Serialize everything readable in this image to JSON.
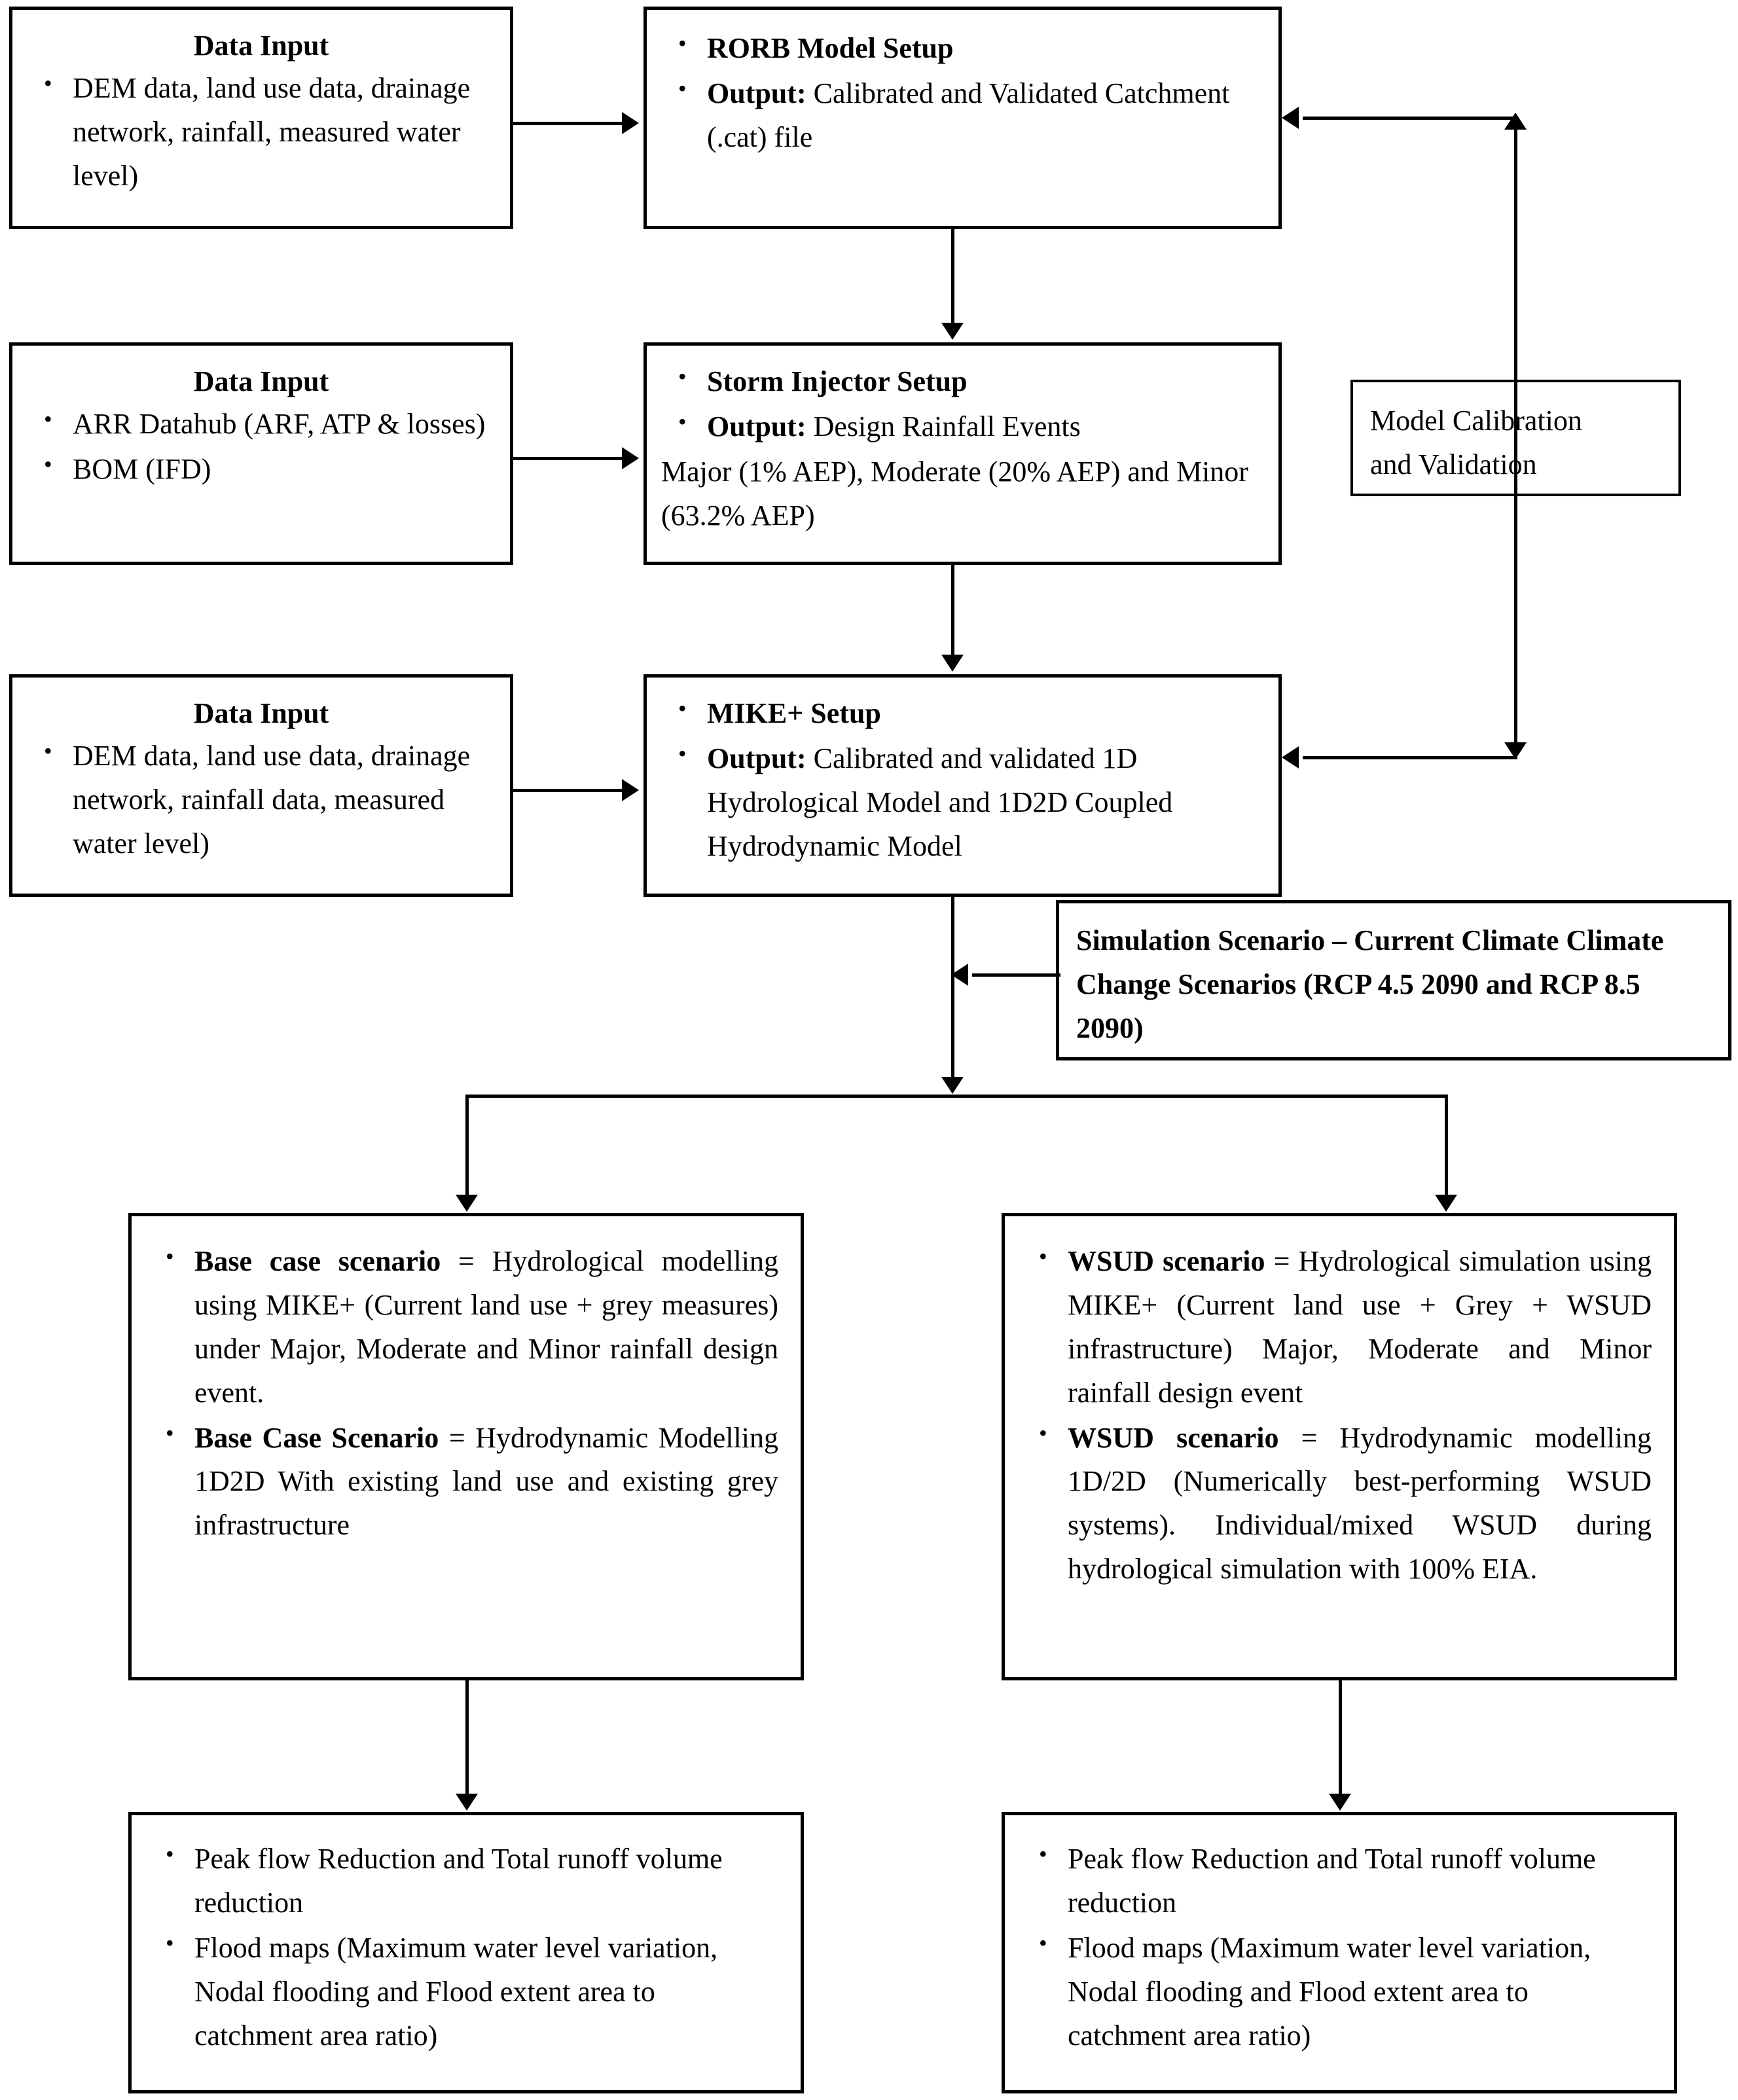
{
  "diagram": {
    "title": "Hydrological and hydrodynamic modelling workflow",
    "colors": {
      "line": "#000000",
      "box_fill": "#ffffff",
      "text": "#000000"
    }
  },
  "boxes": {
    "data_input_1": {
      "heading": "Data Input",
      "bullets": [
        "DEM data, land use data, drainage network, rainfall, measured water level)"
      ]
    },
    "rorb": {
      "bullets": [
        {
          "bold": "RORB Model Setup",
          "rest": ""
        },
        {
          "bold": "Output:",
          "rest": " Calibrated and Validated Catchment (.cat) file"
        }
      ]
    },
    "data_input_2": {
      "heading": "Data Input",
      "bullets": [
        "ARR Datahub (ARF, ATP & losses)",
        "BOM (IFD)"
      ]
    },
    "storm_injector": {
      "bullets": [
        {
          "bold": "Storm Injector Setup",
          "rest": ""
        },
        {
          "bold": "Output:",
          "rest": " Design Rainfall Events"
        }
      ],
      "flow": "Major (1% AEP), Moderate (20% AEP) and Minor (63.2% AEP)"
    },
    "model_calibration": {
      "lines": [
        "Model Calibration",
        "and Validation"
      ]
    },
    "data_input_3": {
      "heading": "Data Input",
      "bullets": [
        "DEM data, land use data, drainage network, rainfall data, measured water level)"
      ]
    },
    "mike_plus": {
      "bullets": [
        {
          "bold": "MIKE+ Setup",
          "rest": ""
        },
        {
          "bold": "Output:",
          "rest": " Calibrated and validated 1D Hydrological Model and 1D2D Coupled Hydrodynamic Model"
        }
      ]
    },
    "simulation_scenario": {
      "text": "Simulation Scenario – Current Climate Climate Change Scenarios (RCP 4.5 2090 and RCP 8.5 2090)"
    },
    "base_case": {
      "bullets": [
        {
          "bold": "Base case scenario",
          "rest": " = Hydrological modelling using MIKE+ (Current land use + grey measures) under Major, Moderate and Minor rainfall design event."
        },
        {
          "bold": "Base Case Scenario",
          "rest": " = Hydrodynamic Modelling 1D2D With existing land use and existing grey infrastructure"
        }
      ]
    },
    "wsud": {
      "bullets": [
        {
          "bold": "WSUD scenario",
          "rest": " = Hydrological simulation using MIKE+ (Current land use + Grey + WSUD infrastructure) Major, Moderate and Minor rainfall design event"
        },
        {
          "bold": "WSUD scenario",
          "rest": " = Hydrodynamic modelling 1D/2D (Numerically best-performing WSUD systems). Individual/mixed WSUD during hydrological simulation with 100% EIA."
        }
      ]
    },
    "outputs_left": {
      "bullets": [
        "Peak flow Reduction and Total runoff volume reduction",
        "Flood maps (Maximum water level variation, Nodal flooding and Flood extent area to catchment area ratio)"
      ]
    },
    "outputs_right": {
      "bullets": [
        "Peak flow Reduction and Total runoff volume reduction",
        "Flood maps (Maximum water level variation, Nodal flooding and Flood extent area to catchment area ratio)"
      ]
    }
  }
}
